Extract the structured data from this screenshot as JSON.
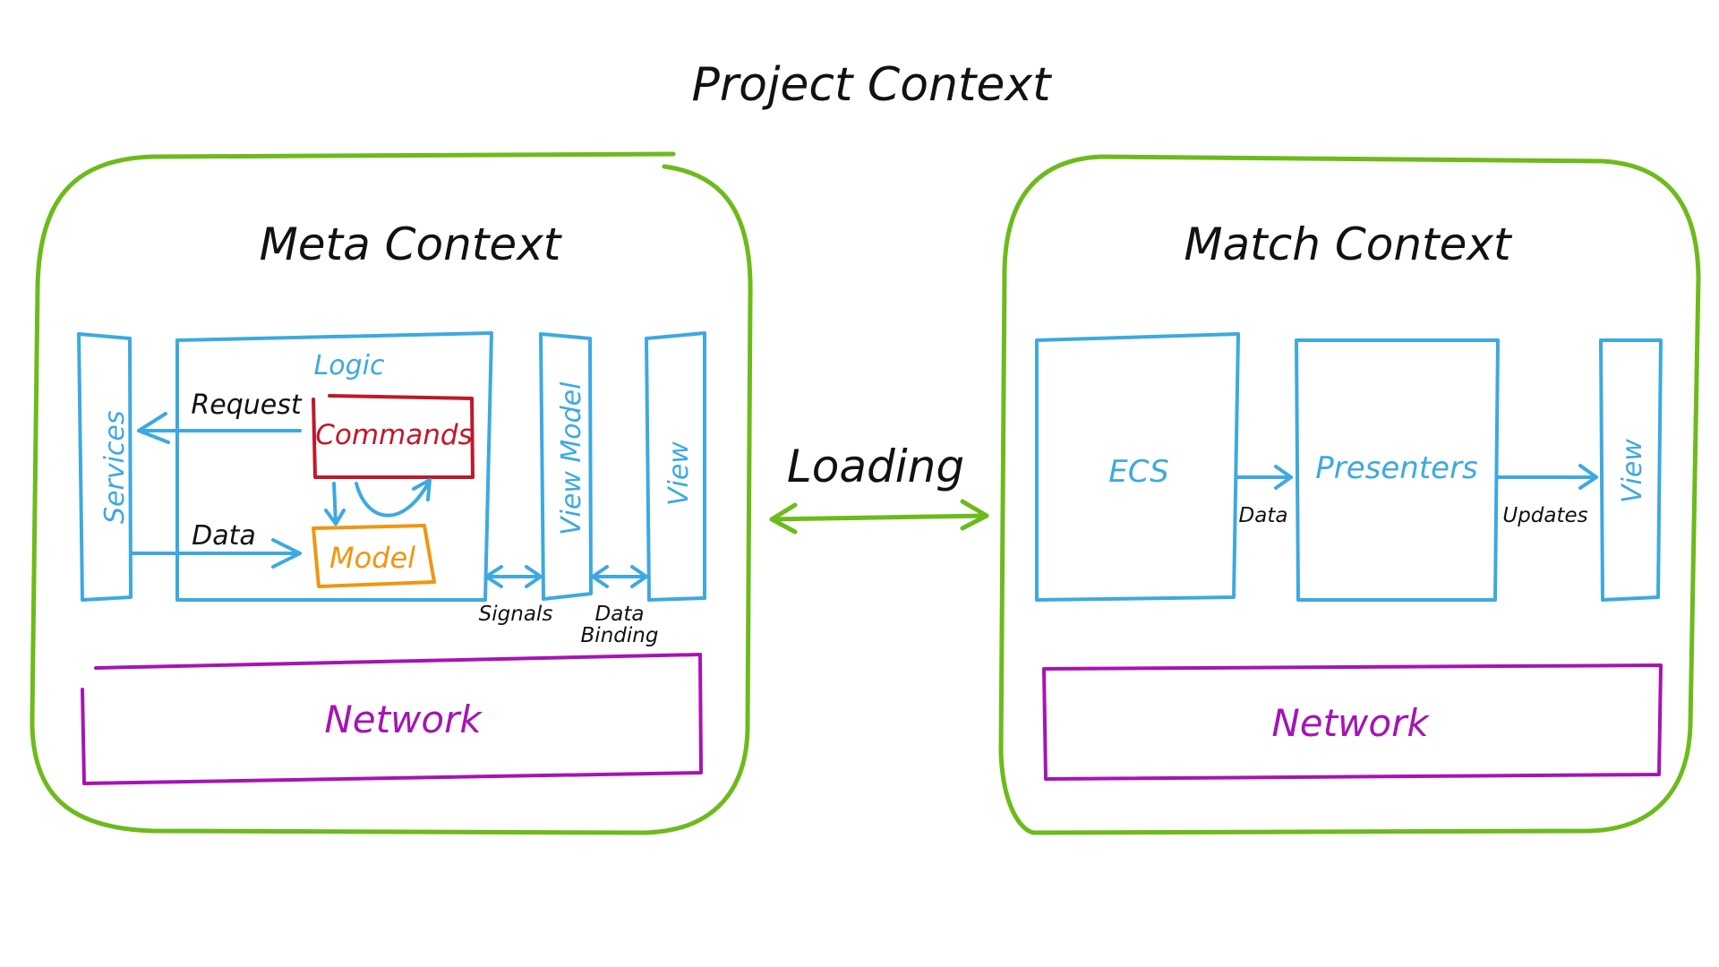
{
  "title": "Project Context",
  "colors": {
    "context_border": "#6cbb1b",
    "component": "#3da9e0",
    "commands": "#c0182a",
    "model": "#f0960f",
    "network": "#a514b5",
    "text": "#111111"
  },
  "meta_context": {
    "title": "Meta Context",
    "services": "Services",
    "logic": "Logic",
    "commands": "Commands",
    "model": "Model",
    "view_model": "View Model",
    "view": "View",
    "network": "Network",
    "edges": {
      "request": "Request",
      "data": "Data",
      "signals": "Signals",
      "data_binding_line1": "Data",
      "data_binding_line2": "Binding"
    }
  },
  "loading": "Loading",
  "match_context": {
    "title": "Match Context",
    "ecs": "ECS",
    "presenters": "Presenters",
    "view": "View",
    "network": "Network",
    "edges": {
      "data": "Data",
      "updates": "Updates"
    }
  }
}
